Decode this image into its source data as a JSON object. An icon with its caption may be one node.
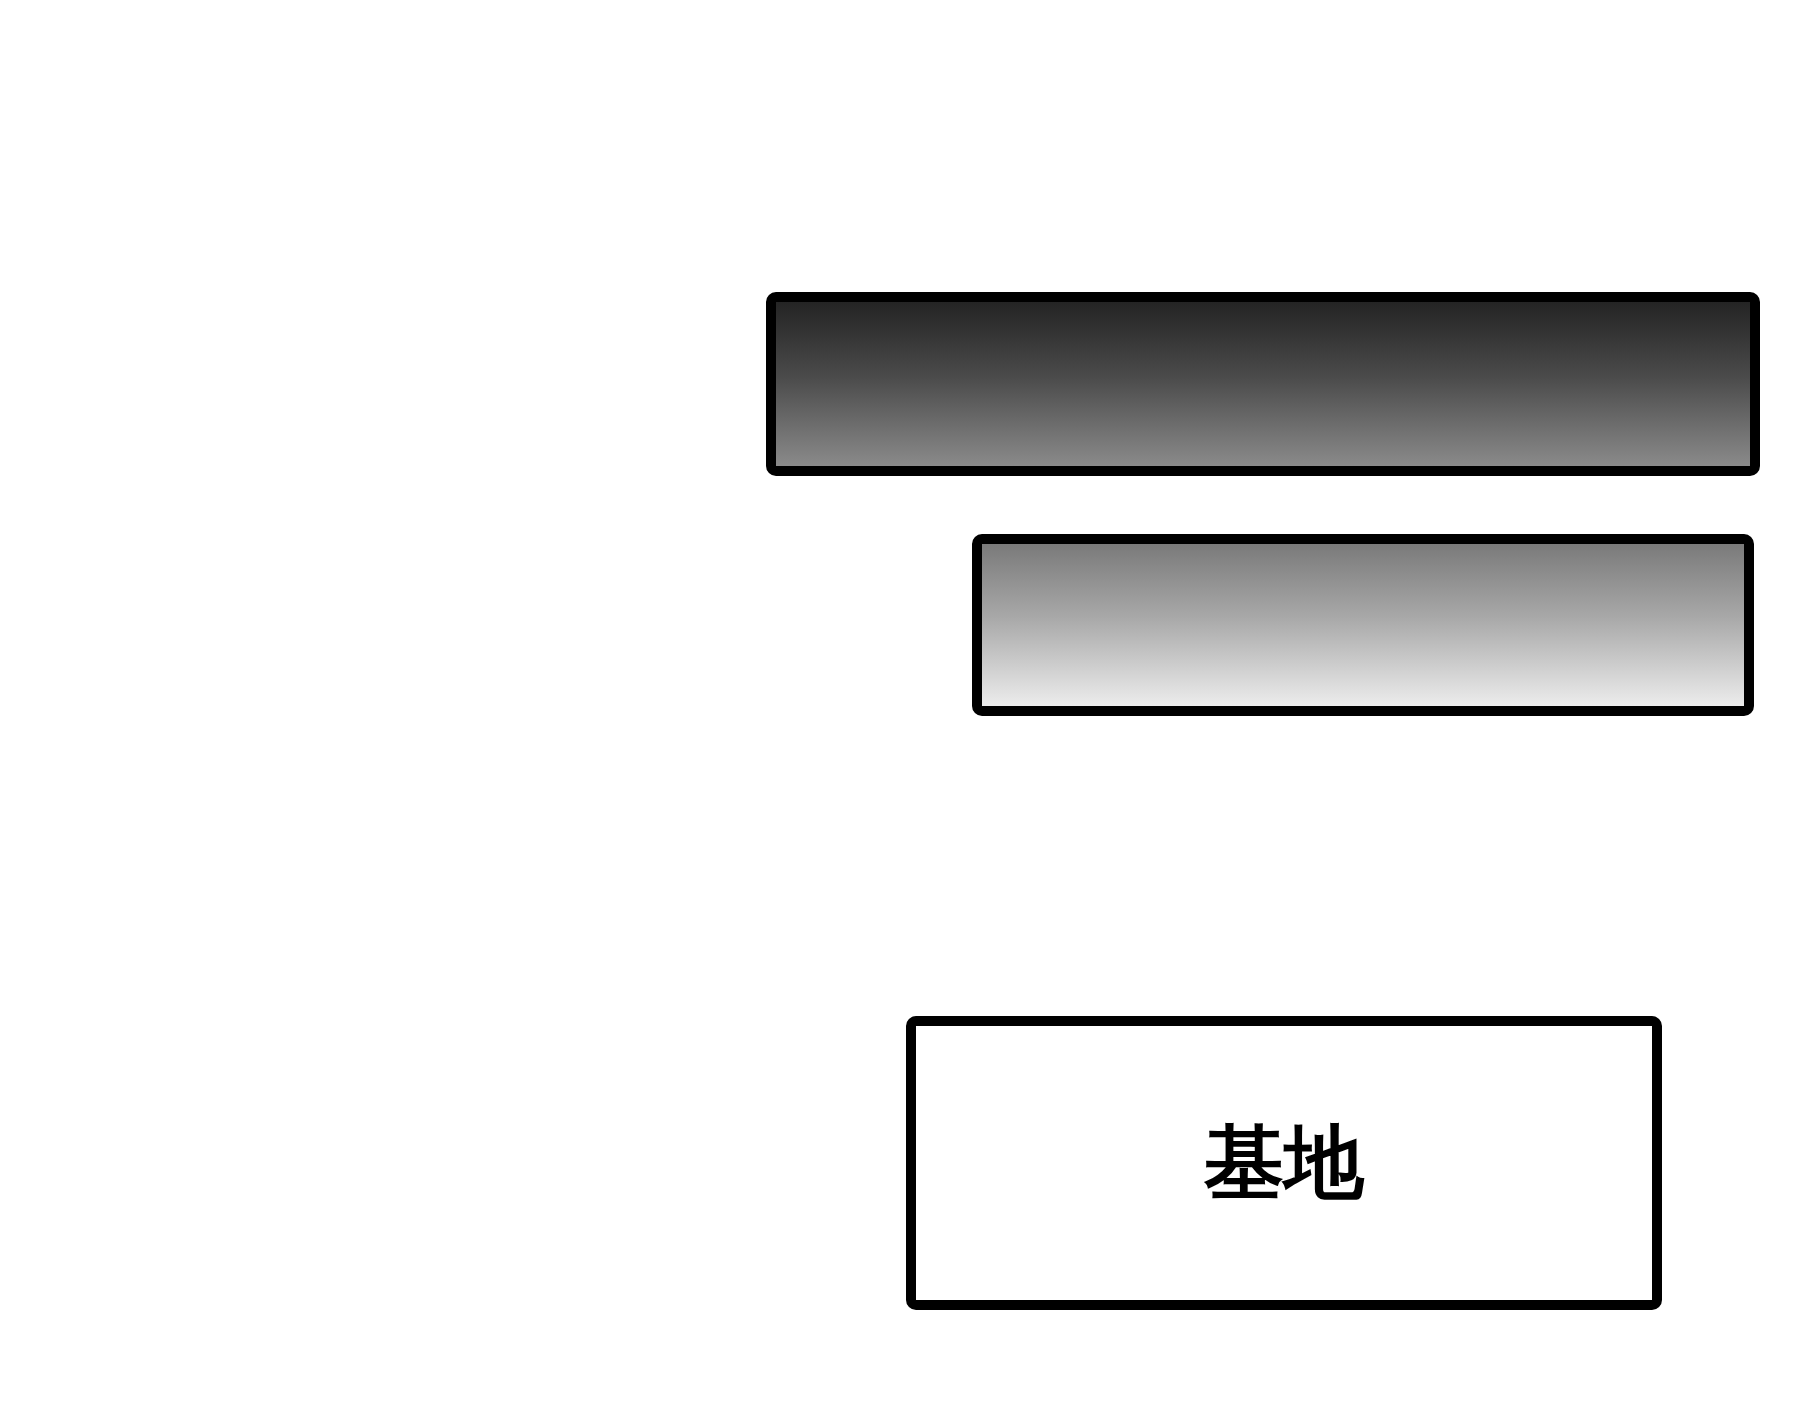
{
  "diagram": {
    "nodes": [
      {
        "text": [],
        "shape": "box"
      },
      {
        "text": [],
        "shape": "box"
      },
      {
        "text": [
          "基地"
        ]
      }
    ]
  }
}
